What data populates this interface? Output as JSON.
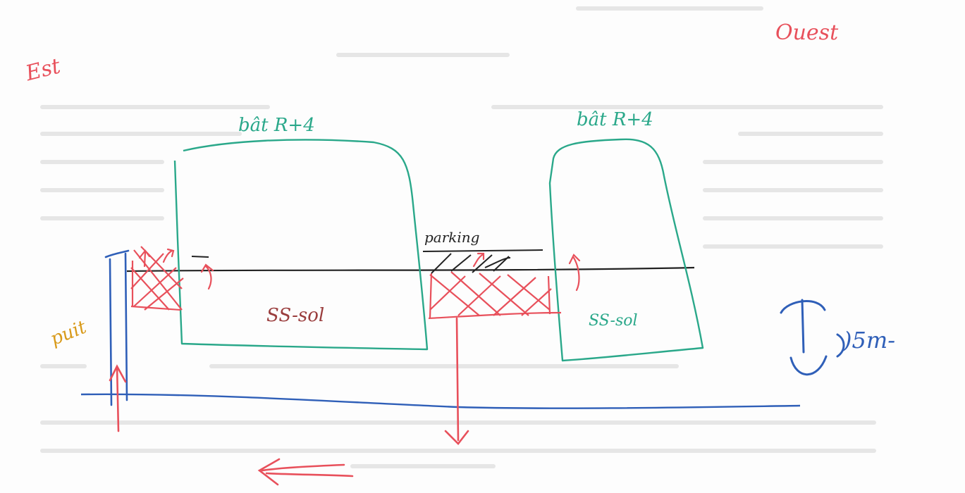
{
  "labels": {
    "est": "Est",
    "ouest": "Ouest",
    "building_left": "bât R+4",
    "building_right": "bât R+4",
    "basement_left": "SS-sol",
    "basement_right": "SS-sol",
    "parking": "parking",
    "well": "puit",
    "depth": ")5m-"
  },
  "colors": {
    "building": "#2aa88a",
    "flow": "#e8505b",
    "water": "#2f5fb8",
    "well_label": "#d89a1a",
    "ground": "#222222",
    "text_brown": "#9a3d3d",
    "paper_ghost": "#e2e2e2"
  }
}
